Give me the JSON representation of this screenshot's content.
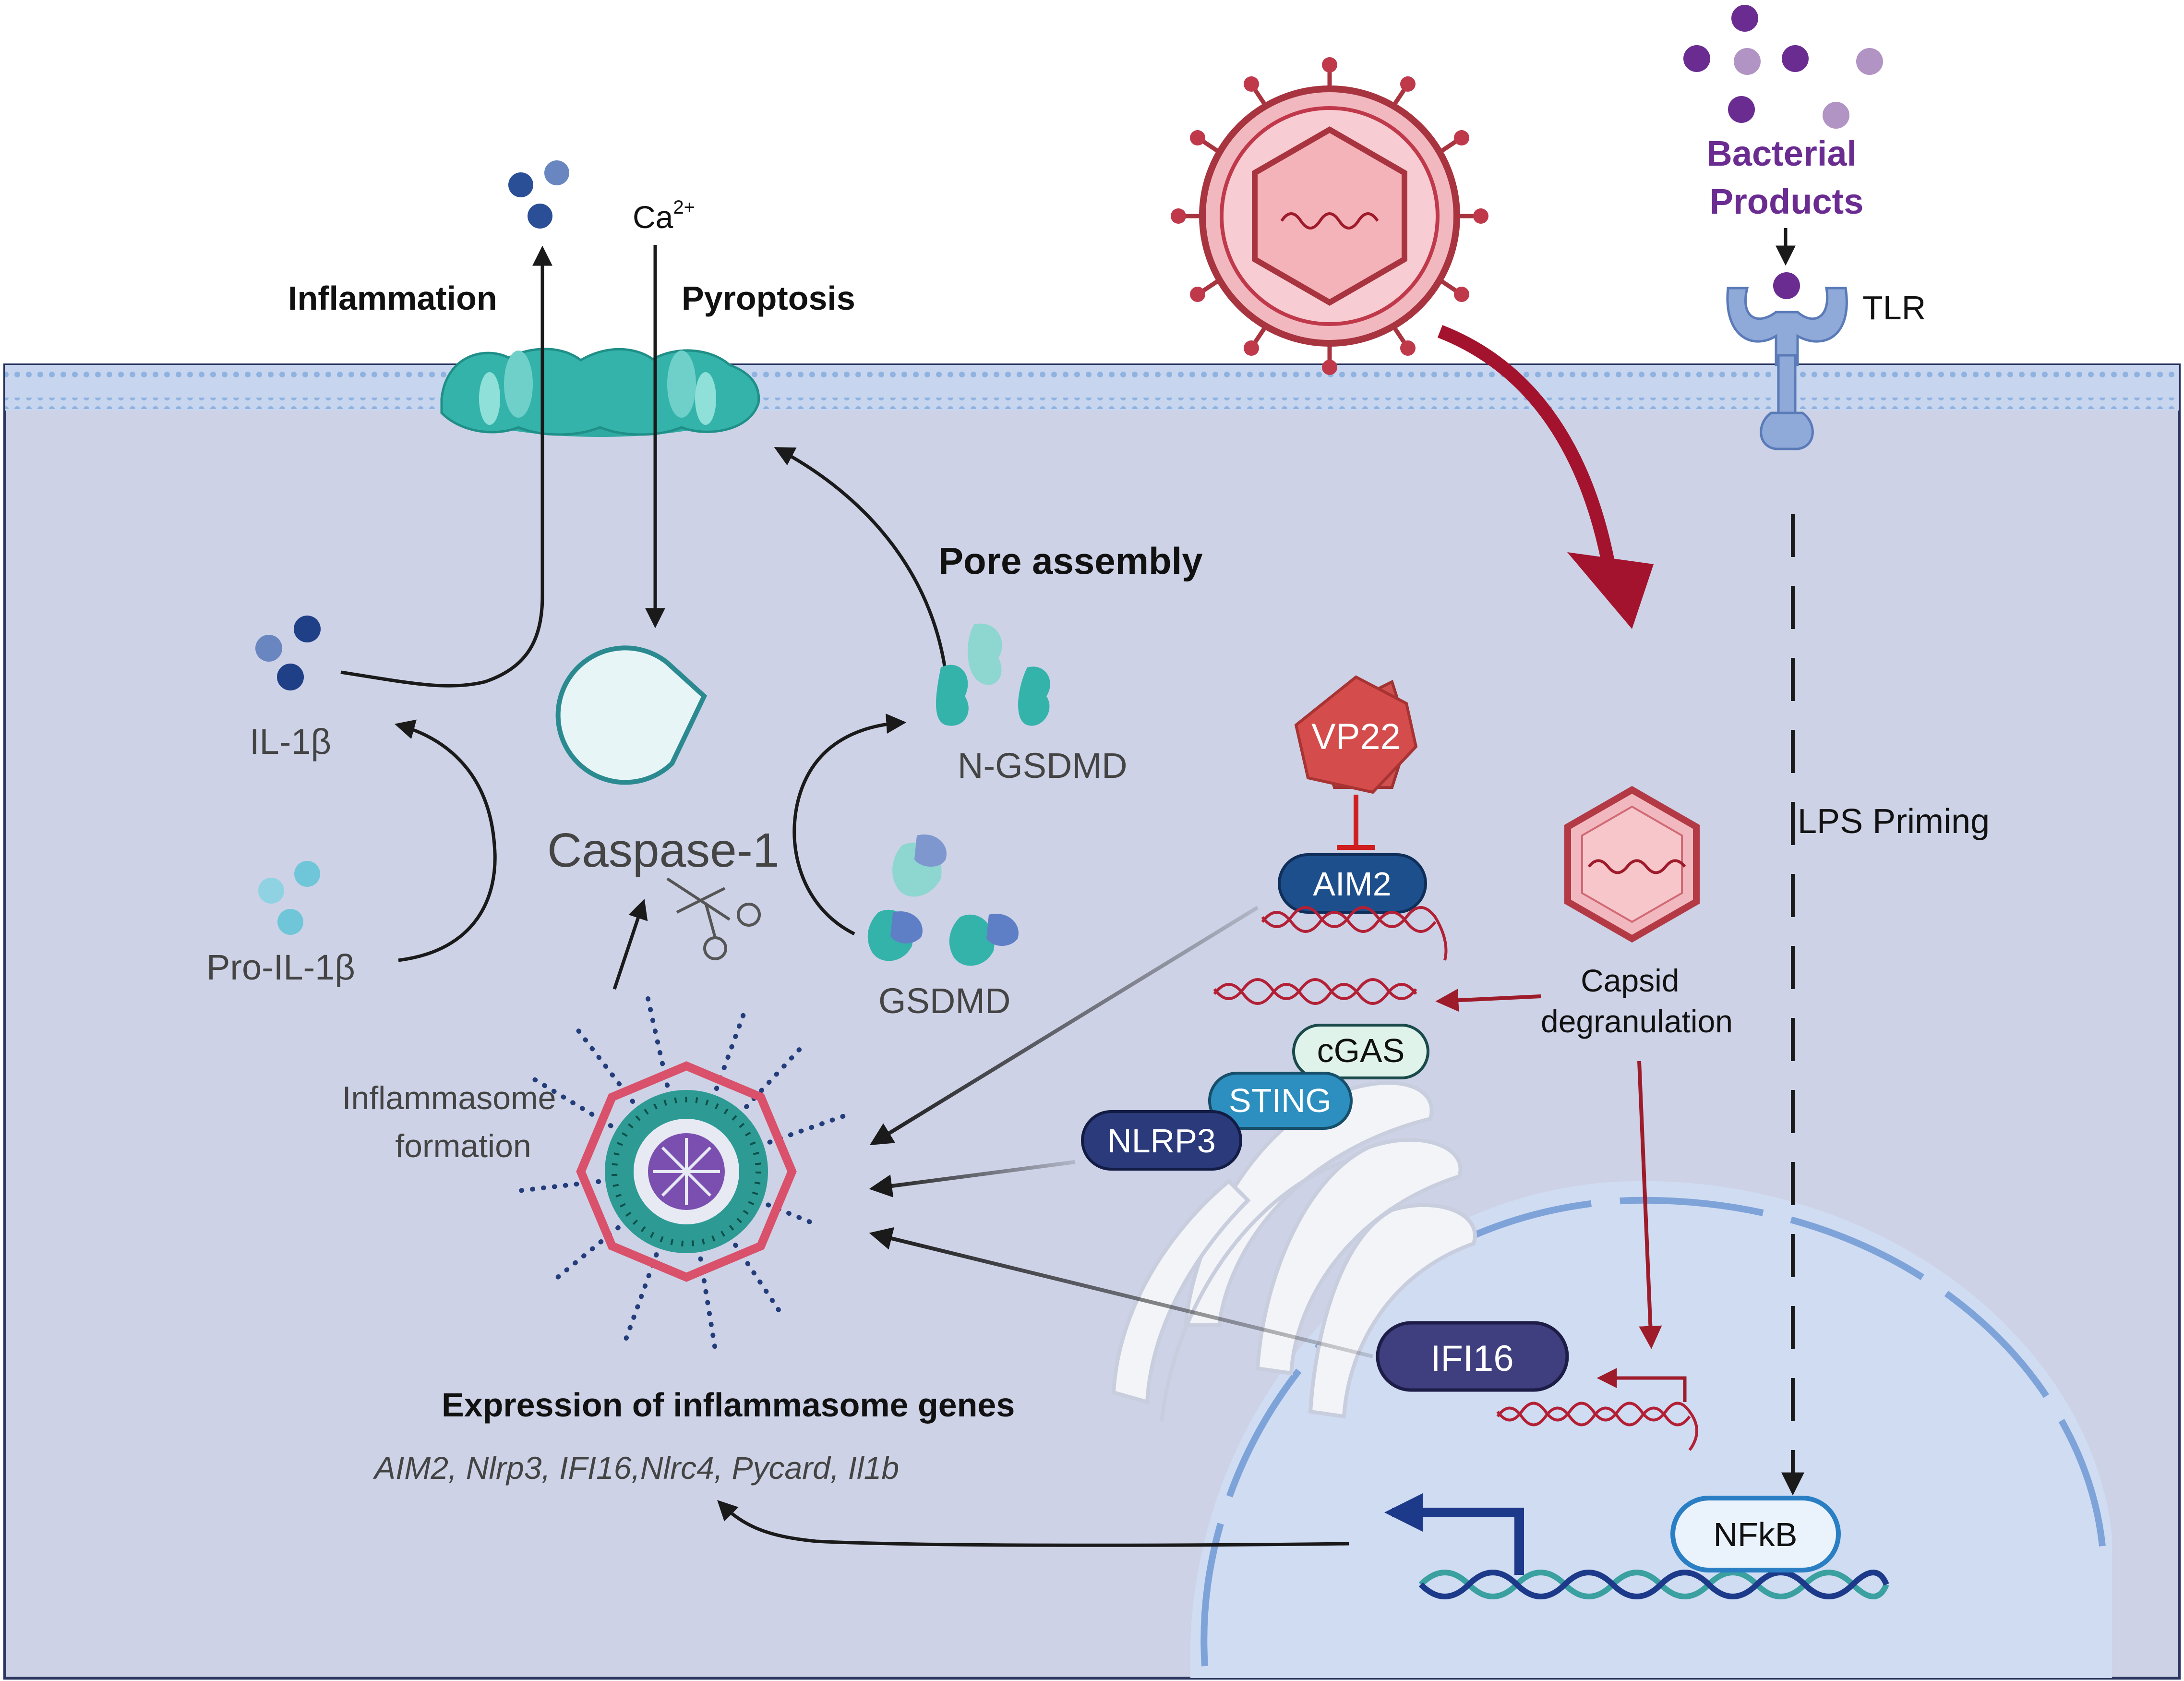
{
  "labels": {
    "inflammation": "Inflammation",
    "ca": "Ca",
    "ca_sup": "2+",
    "pyroptosis": "Pyroptosis",
    "pore_assembly": "Pore assembly",
    "il1b": "IL-1β",
    "pro_il1b": "Pro-IL-1β",
    "caspase1": "Caspase-1",
    "n_gsdmd": "N-GSDMD",
    "gsdmd": "GSDMD",
    "inflammasome_formation_line1": "Inflammasome",
    "inflammasome_formation_line2": "formation",
    "expression_title": "Expression of inflammasome genes",
    "expression_genes": "AIM2, Nlrp3, IFI16,Nlrc4, Pycard, Il1b",
    "bacterial_line1": "Bacterial",
    "bacterial_line2": "Products",
    "tlr": "TLR",
    "lps_priming": "LPS Priming",
    "capsid_line1": "Capsid",
    "capsid_line2": "degranulation"
  },
  "proteins": {
    "vp22": "VP22",
    "aim2": "AIM2",
    "cgas": "cGAS",
    "sting": "STING",
    "nlrp3": "NLRP3",
    "ifi16": "IFI16",
    "nfkb": "NFkB"
  },
  "colors": {
    "cytoplasm": "#cdd2e6",
    "nucleus": "#cfdcf2",
    "membrane": "#a9c3e6",
    "pore_teal": "#3cb5ad",
    "virus_red": "#c0392b",
    "virus_pink": "#f2b8bf",
    "bacterial_purple": "#6a2c91",
    "aim2_blue": "#1d4f8c",
    "nlrp3_navy": "#2a3a7a",
    "sting_blue": "#2c8fbf",
    "cgas_mint": "#dff3ea",
    "ifi16_purple": "#3f3f7f",
    "arrow_dark": "#1a1a1a",
    "arrow_red": "#9e1b2a"
  }
}
